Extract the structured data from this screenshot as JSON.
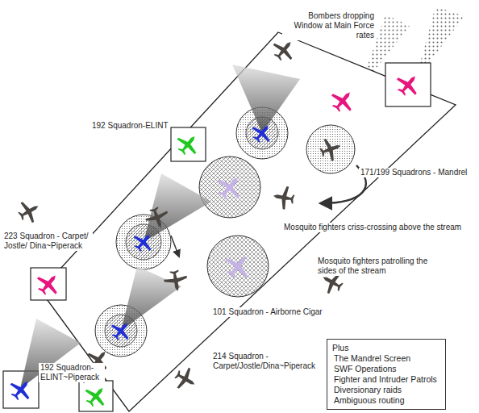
{
  "diagram": {
    "nodes": [
      {
        "text": [
          "Plus",
          "The Mandrel Screen",
          "SWF Operations",
          "Fighter and Intruder Patrols",
          "Diversionary raids",
          "Ambiguous routing"
        ]
      }
    ],
    "labels": [
      "Bombers dropping Window at Main Force rates",
      "192 Squadron-ELINT",
      "171/199 Squadrons - Mandrel",
      "Mosquito fighters criss-crossing above the stream",
      "223 Squadron - Carpet/ Jostle/ Dina~Piperack",
      "Mosquito fighters patrolling the sides of the stream",
      "101 Squadron - Airborne Cigar",
      "214 Squadron - Carpet/Jostle/Dina~Piperack",
      "192 Squadron- ELINT~Piperack"
    ]
  }
}
